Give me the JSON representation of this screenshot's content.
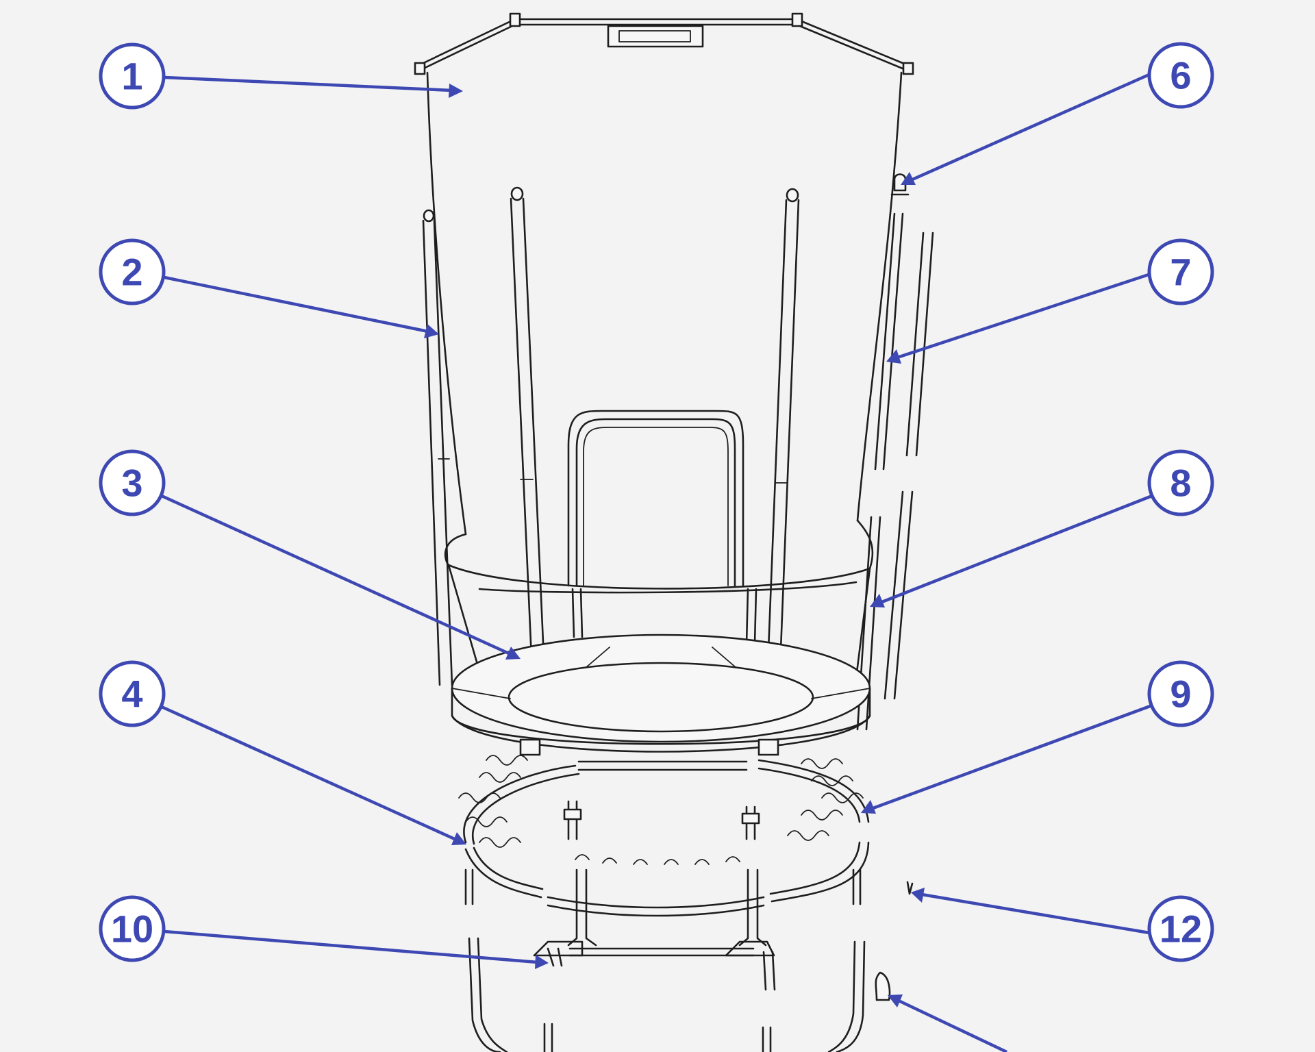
{
  "callouts": [
    {
      "id": "1",
      "label": "1"
    },
    {
      "id": "2",
      "label": "2"
    },
    {
      "id": "3",
      "label": "3"
    },
    {
      "id": "4",
      "label": "4"
    },
    {
      "id": "6",
      "label": "6"
    },
    {
      "id": "7",
      "label": "7"
    },
    {
      "id": "8",
      "label": "8"
    },
    {
      "id": "9",
      "label": "9"
    },
    {
      "id": "10",
      "label": "10"
    },
    {
      "id": "12",
      "label": "12"
    }
  ],
  "colors": {
    "background": "#f3f3f3",
    "callout": "#3e48b3",
    "drawing_line": "#1e1e1e"
  }
}
